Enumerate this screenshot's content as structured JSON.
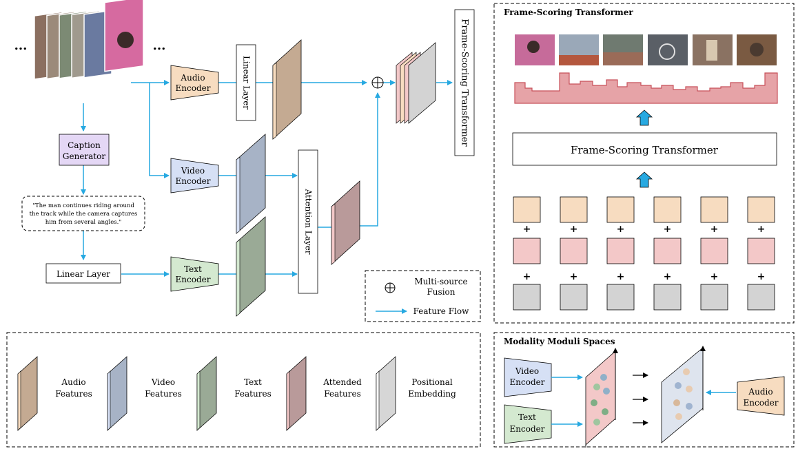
{
  "main": {
    "ellipsis_left": "...",
    "ellipsis_right": "...",
    "caption_generator": [
      "Caption",
      "Generator"
    ],
    "caption_text": [
      "\"The man continues riding around",
      "the track while the camera captures",
      "him from several angles.\""
    ],
    "linear_layer_bottom": "Linear Layer",
    "linear_layer_top": "Linear Layer",
    "audio_encoder": [
      "Audio",
      "Encoder"
    ],
    "video_encoder": [
      "Video",
      "Encoder"
    ],
    "text_encoder": [
      "Text",
      "Encoder"
    ],
    "attention_layer": "Attention Layer",
    "frame_scoring_vertical": "Frame-Scoring Transformer"
  },
  "legend_box": {
    "fusion_label": [
      "Multi-source",
      "Fusion"
    ],
    "flow_label": "Feature Flow"
  },
  "features_legend": [
    {
      "label": [
        "Audio",
        "Features"
      ],
      "color": "#c4aa92"
    },
    {
      "label": [
        "Video",
        "Features"
      ],
      "color": "#a7b3c6"
    },
    {
      "label": [
        "Text",
        "Features"
      ],
      "color": "#9aaa96"
    },
    {
      "label": [
        "Attended",
        "Features"
      ],
      "color": "#b99a9a"
    },
    {
      "label": [
        "Positional",
        "Embedding"
      ],
      "color": "#d6d6d6"
    }
  ],
  "right_panel": {
    "title": "Frame-Scoring Transformer",
    "transformer_label": "Frame-Scoring Transformer",
    "plus": "+"
  },
  "moduli_panel": {
    "title": "Modality Moduli Spaces",
    "video_encoder": [
      "Video",
      "Encoder"
    ],
    "text_encoder": [
      "Text",
      "Encoder"
    ],
    "audio_encoder": [
      "Audio",
      "Encoder"
    ]
  },
  "colors": {
    "flow": "#27a9e1",
    "audio": "#f7dcc0",
    "video": "#d6e0f5",
    "text": "#d4e9d0",
    "caption": "#e4d7f5",
    "attended": "#f3c8c8",
    "positional": "#d3d3d3",
    "score_fill": "#e6a3a7",
    "score_line": "#c8505a"
  }
}
